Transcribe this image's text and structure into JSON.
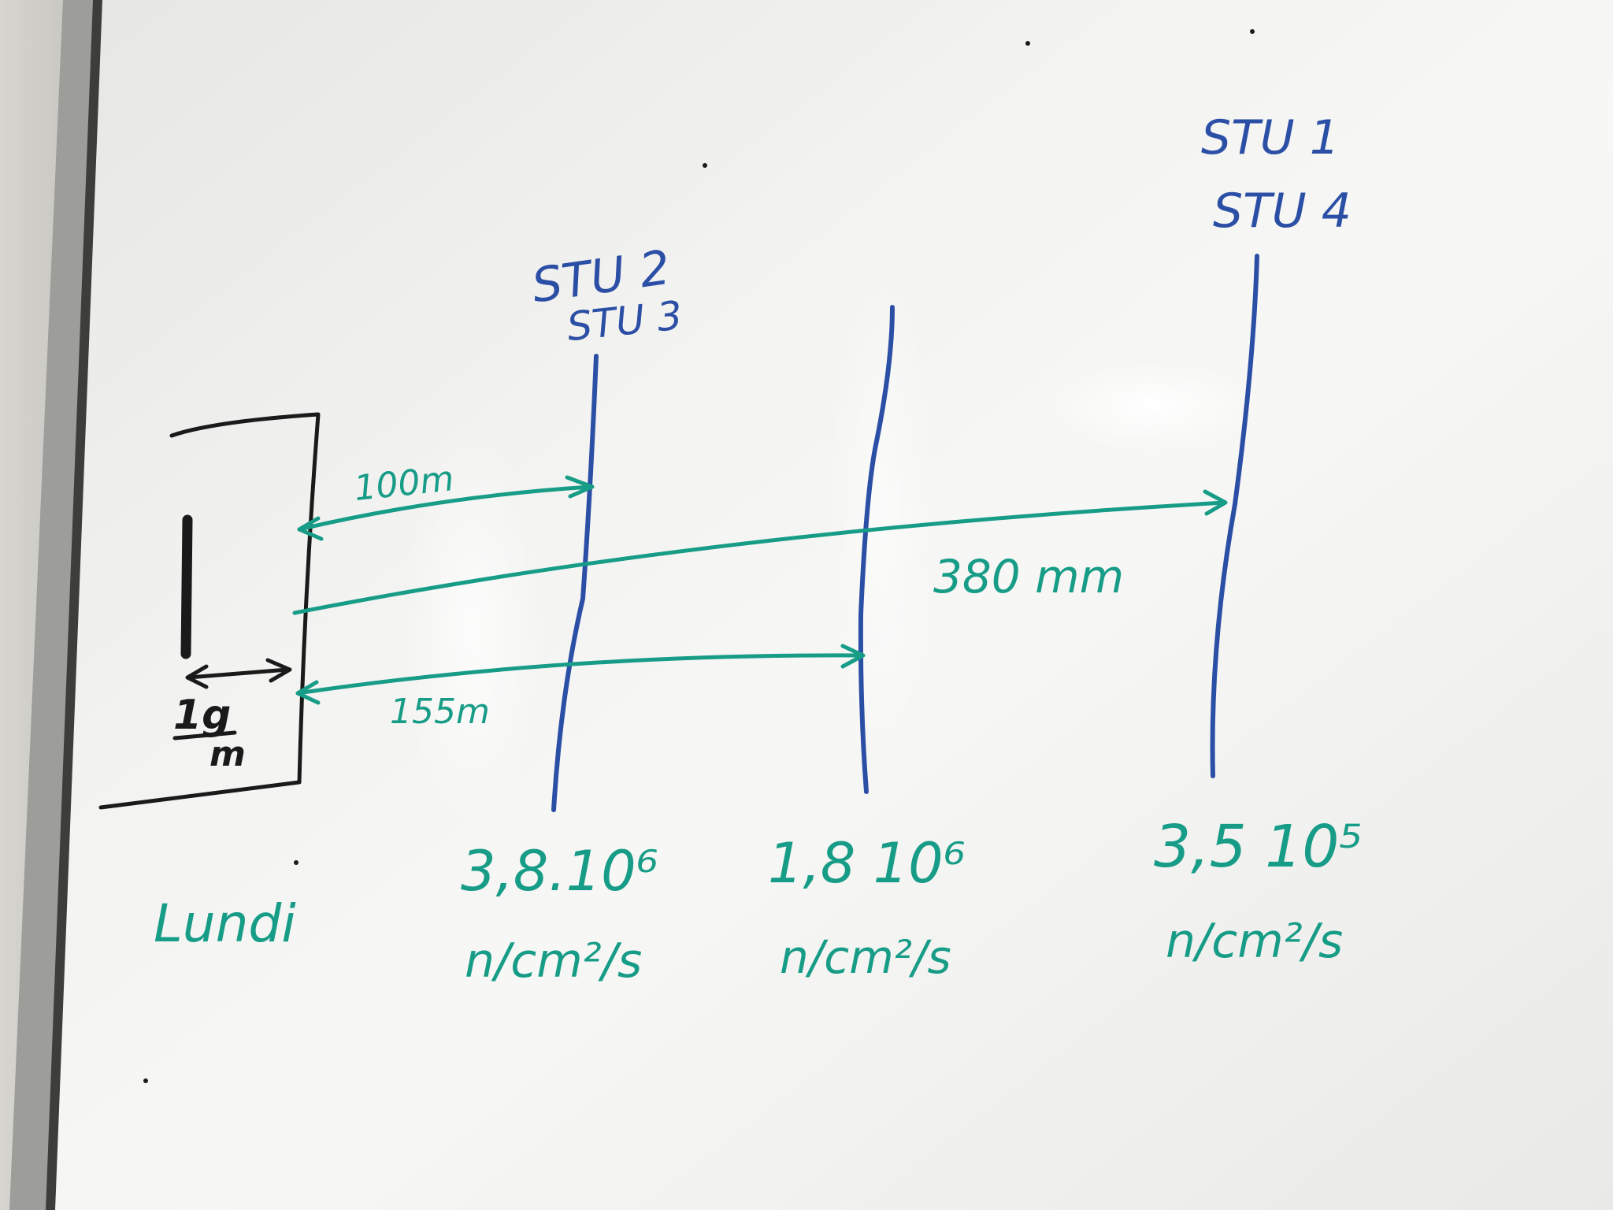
{
  "whiteboard": {
    "stations": [
      {
        "label_lines": [
          "STU 2",
          "STU 3"
        ],
        "flux_value": "3,8.10⁶",
        "flux_unit": "n/cm²/s"
      },
      {
        "label_lines": [],
        "flux_value": "1,8 10⁶",
        "flux_unit": "n/cm²/s"
      },
      {
        "label_lines": [
          "STU 1",
          "STU 4"
        ],
        "flux_value": "3,5 10⁵",
        "flux_unit": "n/cm²/s"
      }
    ],
    "distances": {
      "to_first": "100m",
      "to_second": "155m",
      "to_third": "380 mm"
    },
    "source": {
      "dimension_label_top": "1g",
      "dimension_label_bottom": "m"
    },
    "day_label": "Lundi"
  },
  "colors": {
    "board": "#f0f0ee",
    "frame": "#8c8c8a",
    "blue_marker": "#2c4fa6",
    "teal_marker": "#179c87",
    "black_marker": "#1a1a1a"
  }
}
